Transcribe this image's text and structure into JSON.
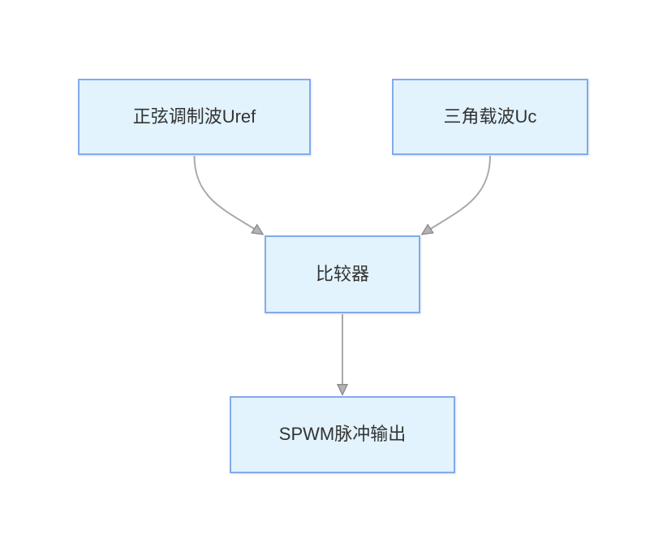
{
  "diagram": {
    "nodes": [
      {
        "id": "sine",
        "label": "正弦调制波Uref"
      },
      {
        "id": "carrier",
        "label": "三角载波Uc"
      },
      {
        "id": "comparator",
        "label": "比较器"
      },
      {
        "id": "output",
        "label": "SPWM脉冲输出"
      }
    ],
    "edges": [
      {
        "from": "sine",
        "to": "comparator"
      },
      {
        "from": "carrier",
        "to": "comparator"
      },
      {
        "from": "comparator",
        "to": "output"
      }
    ],
    "colors": {
      "background": "#ffffff",
      "node_fill": "#e2f3fd",
      "node_border": "#82aaec",
      "connector": "#a9a9a9",
      "arrowhead_fill": "#b3b3b3",
      "arrowhead_stroke": "#8a8a8a",
      "text": "#333333"
    }
  }
}
